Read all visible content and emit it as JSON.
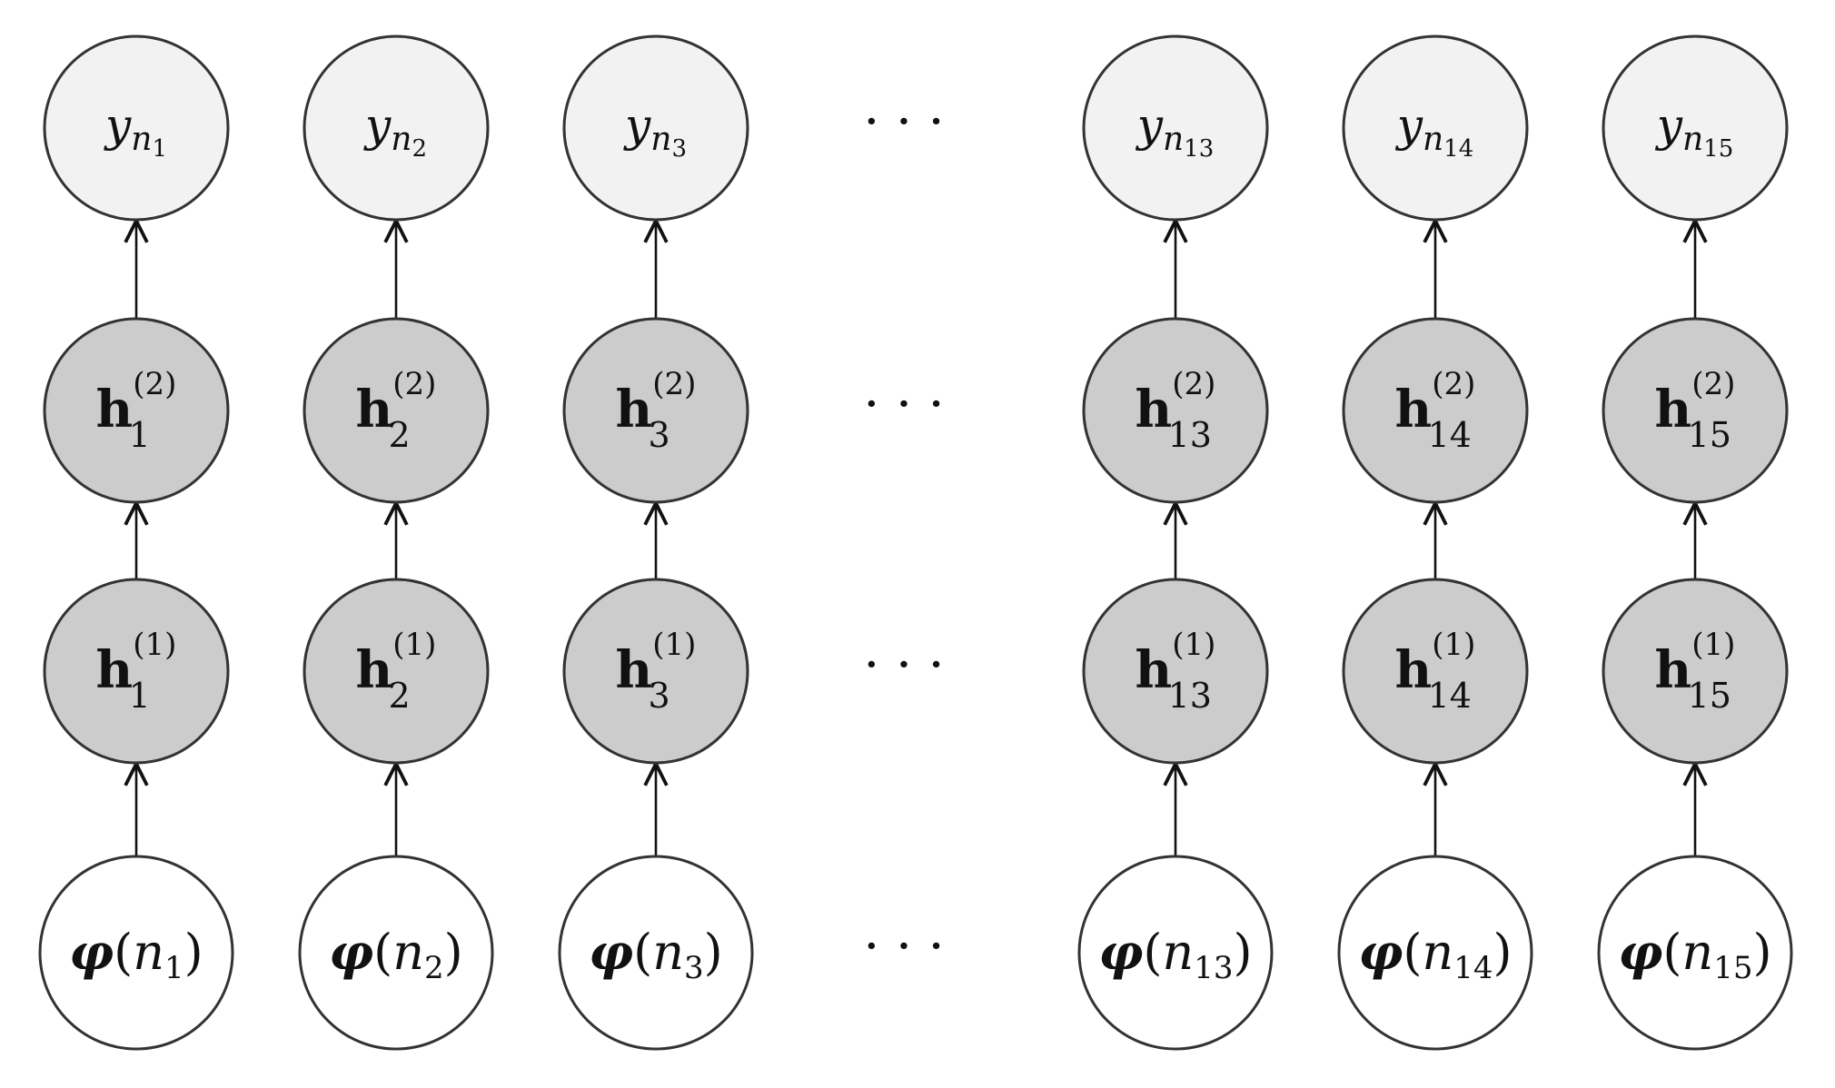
{
  "colors": {
    "output_fill": "#f2f2f2",
    "hidden_fill": "#cccccc",
    "input_fill": "#ffffff",
    "stroke": "#333333",
    "arrow": "#111111"
  },
  "symbols": {
    "output_base": "y",
    "output_sub_base": "n",
    "hidden_base": "h",
    "input_func": "φ",
    "input_var": "n",
    "open_paren": "(",
    "close_paren": ")",
    "ellipsis": "· · ·"
  },
  "layers": {
    "layer2_sup": "(2)",
    "layer1_sup": "(1)"
  },
  "columns": [
    {
      "index": "1",
      "show": true
    },
    {
      "index": "2",
      "show": true
    },
    {
      "index": "3",
      "show": true
    },
    {
      "index": "",
      "show": false
    },
    {
      "index": "13",
      "show": true
    },
    {
      "index": "14",
      "show": true
    },
    {
      "index": "15",
      "show": true
    }
  ]
}
